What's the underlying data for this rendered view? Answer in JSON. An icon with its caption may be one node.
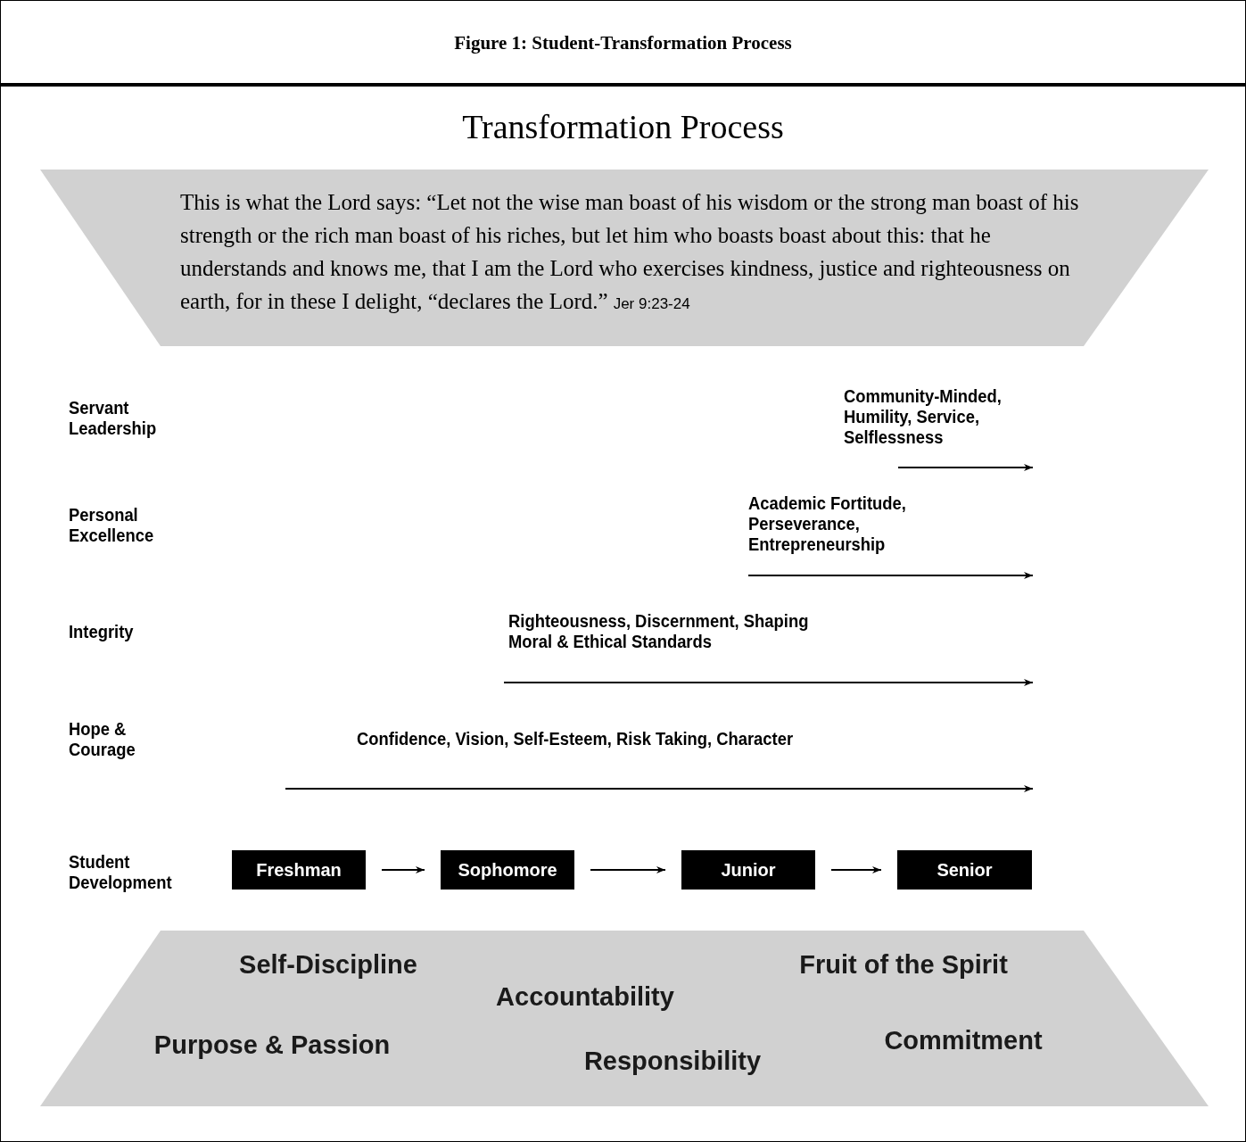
{
  "diagram": {
    "title": "Figure 1: Student-Transformation Process",
    "nodes": [
      {
        "text": [
          "This is what the Lord says: “Let not the wise man boast of his wisdom or the strong man boast of his strength or the rich man boast of his riches, but let him who boasts boast about this: that he understands and knows me, that I am the Lord who exercises kindness, justice and righteousness on earth, for in these I delight, “declares the Lord.”",
          "Jer 9:23-24"
        ]
      },
      {
        "text": [
          "Self-Discipline",
          "Fruit of the Spirit",
          "Accountability",
          "Purpose & Passion",
          "Commitment",
          "Responsibility"
        ]
      },
      {
        "text": [
          "Freshman"
        ]
      },
      {
        "text": [
          "Sophomore"
        ]
      },
      {
        "text": [
          "Junior"
        ]
      },
      {
        "text": [
          "Senior"
        ]
      }
    ],
    "edges": [
      {
        "from": 2,
        "to": 3,
        "arrow": "to"
      },
      {
        "from": 3,
        "to": 4,
        "arrow": "to"
      },
      {
        "from": 4,
        "to": 5,
        "arrow": "to"
      }
    ],
    "labels": [
      "Transformation Process",
      "Servant Leadership",
      "Community-Minded, Humility, Service, Selflessness",
      "Personal Excellence",
      "Academic Fortitude, Perseverance, Entrepreneurship",
      "Integrity",
      "Righteousness, Discernment, Shaping Moral & Ethical Standards",
      "Hope & Courage",
      "Confidence, Vision, Self-Esteem, Risk Taking, Character",
      "Student Development"
    ]
  }
}
